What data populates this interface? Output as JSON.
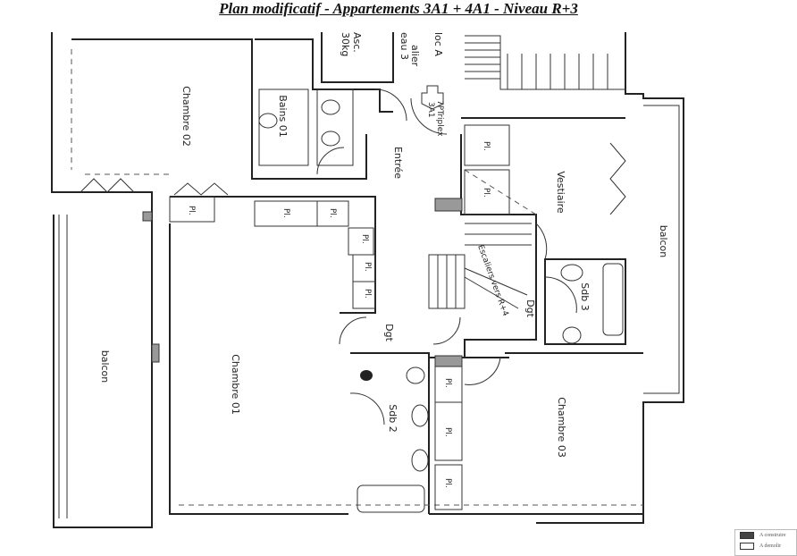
{
  "title": "Plan modificatif - Appartements 3A1 + 4A1 - Niveau R+3",
  "rooms": {
    "chambre_02": "Chambre 02",
    "bains_01": "Bains 01",
    "asc": "Asc.",
    "asc_load": "30kg",
    "palier": "alier",
    "palier_level": "eau 3",
    "bloc": "loc A",
    "entry_code": "7PTriplex",
    "entry_apt": "3A1",
    "entree": "Entrée",
    "vestiaire": "Vestiaire",
    "balcon_right": "balcon",
    "balcon_left": "balcon",
    "chambre_01": "Chambre 01",
    "dgt_left": "Dgt",
    "dgt_right": "Dgt",
    "escaliers": "Escaliers vers R+4",
    "sdb_3": "Sdb 3",
    "sdb_2": "Sdb 2",
    "chambre_03": "Chambre 03",
    "placard": "Pl."
  },
  "legend": [
    {
      "label": "A construire",
      "color": "#444444"
    },
    {
      "label": "A demolir",
      "color": "#ffffff"
    }
  ]
}
